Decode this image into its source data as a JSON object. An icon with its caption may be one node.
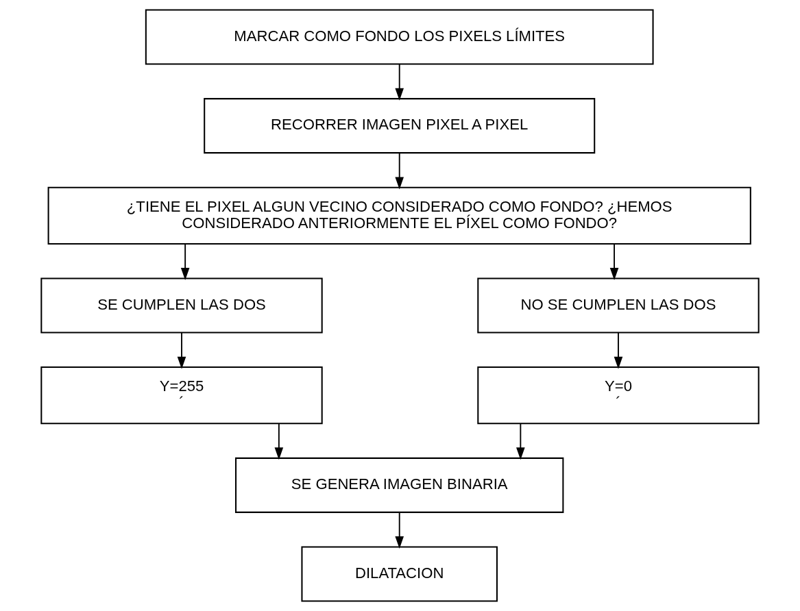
{
  "diagram": {
    "nodes": [
      {
        "text": [
          "MARCAR COMO FONDO LOS PIXELS LÍMITES"
        ]
      },
      {
        "text": [
          "RECORRER IMAGEN PIXEL A PIXEL"
        ]
      },
      {
        "text": [
          "¿TIENE EL PIXEL ALGUN VECINO CONSIDERADO COMO FONDO? ¿HEMOS CONSIDERADO ANTERIORMENTE EL PÍXEL COMO FONDO?"
        ]
      },
      {
        "text": [
          "SE CUMPLEN LAS DOS"
        ]
      },
      {
        "text": [
          "NO SE CUMPLEN LAS DOS"
        ]
      },
      {
        "text": [
          "Y=255",
          "´"
        ]
      },
      {
        "text": [
          "Y=0",
          "´"
        ]
      },
      {
        "text": [
          "SE GENERA IMAGEN BINARIA"
        ]
      },
      {
        "text": [
          "DILATACION"
        ]
      }
    ],
    "edges": [
      {
        "from": 0,
        "to": 1,
        "arrow": "to"
      },
      {
        "from": 1,
        "to": 2,
        "arrow": "to"
      },
      {
        "from": 2,
        "to": 3,
        "arrow": "to"
      },
      {
        "from": 2,
        "to": 4,
        "arrow": "to"
      },
      {
        "from": 3,
        "to": 5,
        "arrow": "to"
      },
      {
        "from": 4,
        "to": 6,
        "arrow": "to"
      },
      {
        "from": 5,
        "to": 7,
        "arrow": "to"
      },
      {
        "from": 6,
        "to": 7,
        "arrow": "to"
      },
      {
        "from": 7,
        "to": 8,
        "arrow": "to"
      }
    ]
  }
}
